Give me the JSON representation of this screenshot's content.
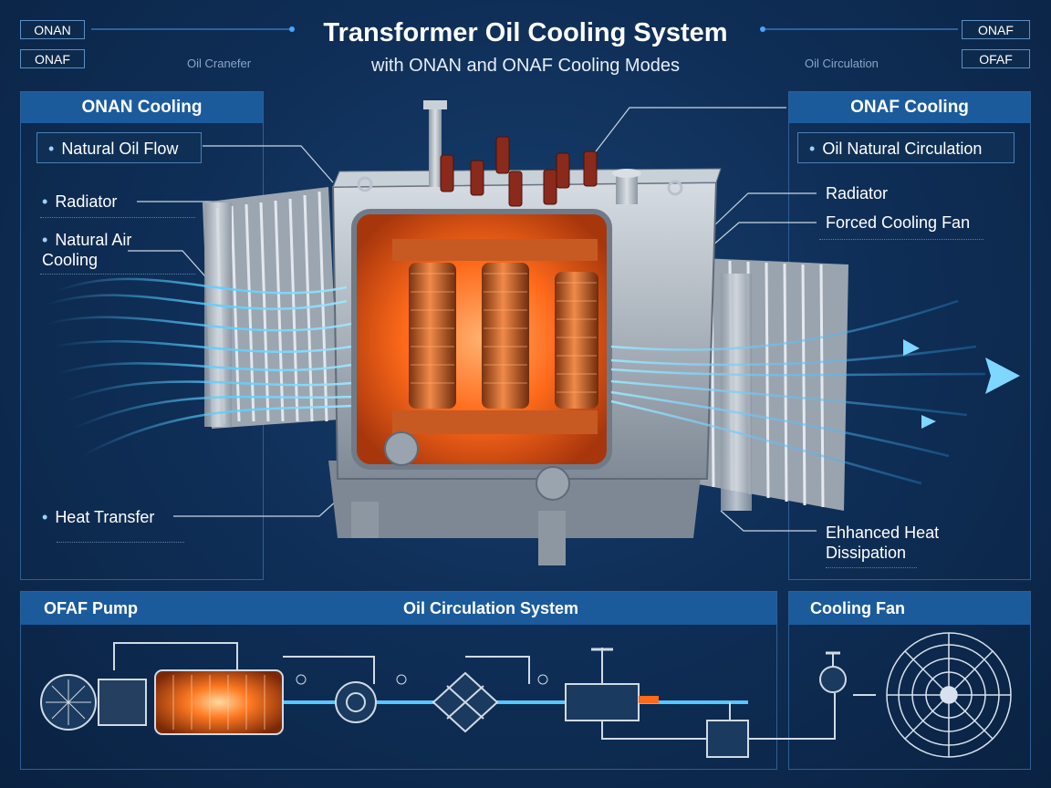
{
  "header": {
    "title": "Transformer Oil Cooling System",
    "subtitle": "with ONAN and ONAF Cooling Modes",
    "tag_left_1": "ONAN",
    "tag_left_2": "ONAF",
    "tag_right_1": "ONAF",
    "tag_right_2": "OFAF",
    "faint_left": "Oil Cranefer",
    "faint_right": "Oil Circulation"
  },
  "onan_panel": {
    "title": "ONAN Cooling",
    "items": [
      "Natural Oil Flow",
      "Radiator",
      "Natural Air Cooling",
      "Heat Transfer"
    ]
  },
  "onaf_panel": {
    "title": "ONAF Cooling",
    "items": [
      "Oil Natural Circulation",
      "Radiator",
      "Forced Cooling Fan",
      "Ehhanced Heat Dissipation"
    ]
  },
  "bottom": {
    "pump_title": "OFAF Pump",
    "circ_title": "Oil Circulation System",
    "fan_title": "Cooling Fan"
  },
  "colors": {
    "background": "#0f2f58",
    "panel_header": "#1b5b9c",
    "airflow": "#4fc3ff",
    "hot_core": "#ff6a1a",
    "steel": "#b9c2cc"
  },
  "icons": [
    "transformer-icon",
    "radiator-icon",
    "bushing-icon",
    "airflow-arrow-icon",
    "pump-icon",
    "valve-icon",
    "fan-icon",
    "gauge-icon"
  ]
}
